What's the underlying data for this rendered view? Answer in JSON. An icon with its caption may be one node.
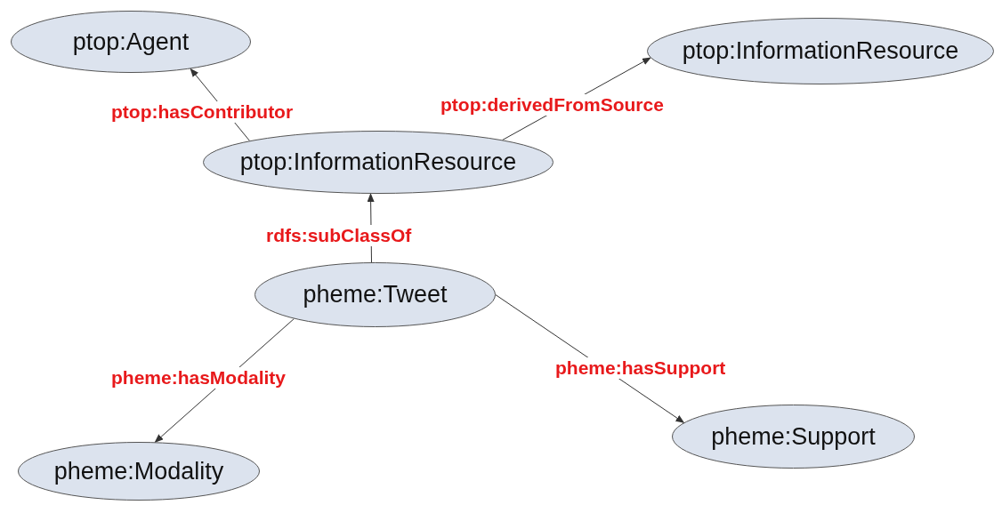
{
  "diagram": {
    "nodes": [
      {
        "text": [
          "ptop:Agent"
        ]
      },
      {
        "text": [
          "ptop:InformationResource"
        ]
      },
      {
        "text": [
          "ptop:InformationResource"
        ]
      },
      {
        "text": [
          "pheme:Tweet"
        ]
      },
      {
        "text": [
          "pheme:Modality"
        ]
      },
      {
        "text": [
          "pheme:Support"
        ]
      }
    ],
    "edges": [
      {
        "from": 2,
        "to": 0,
        "arrow": "to",
        "label": "ptop:hasContributor"
      },
      {
        "from": 2,
        "to": 1,
        "arrow": "to",
        "label": "ptop:derivedFromSource"
      },
      {
        "from": 3,
        "to": 2,
        "arrow": "to",
        "label": "rdfs:subClassOf"
      },
      {
        "from": 3,
        "to": 4,
        "arrow": "to",
        "label": "pheme:hasModality"
      },
      {
        "from": 3,
        "to": 5,
        "arrow": "to",
        "label": "pheme:hasSupport"
      }
    ]
  }
}
